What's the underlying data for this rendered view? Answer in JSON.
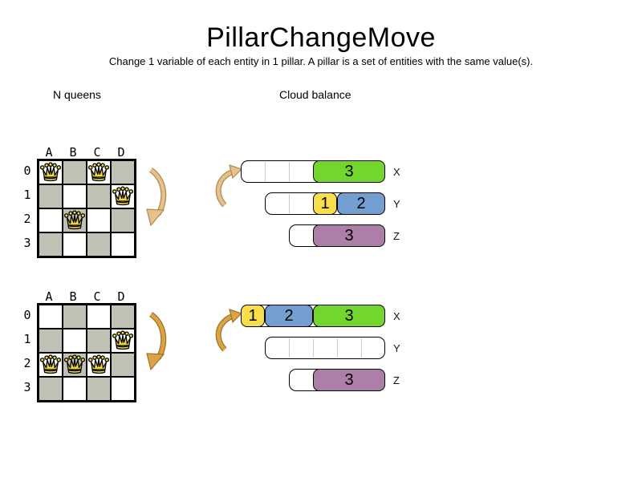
{
  "title": "PillarChangeMove",
  "subtitle": "Change 1 variable of each entity in 1 pillar. A pillar is a set of entities with the same value(s).",
  "colors": {
    "yellow": "#F8DE49",
    "blue": "#729FCF",
    "green": "#73D62C",
    "purple": "#AD7FA8",
    "board_gray": "#BFC1B5",
    "queen_gold": "#F0D73B",
    "arrow_before": "#E4C18D",
    "arrow_before_outline": "#B08A4C",
    "arrow_after": "#DBA249",
    "arrow_after_outline": "#9E741F"
  },
  "sections": {
    "nqueens": {
      "label": "N queens",
      "columns": [
        "A",
        "B",
        "C",
        "D"
      ],
      "rows": [
        "0",
        "1",
        "2",
        "3"
      ],
      "before": {
        "queens": [
          "A0",
          "C0",
          "D1",
          "B2"
        ]
      },
      "after": {
        "queens": [
          "D1",
          "A2",
          "B2",
          "C2"
        ]
      }
    },
    "cloudbalance": {
      "label": "Cloud balance",
      "before": {
        "computers": [
          {
            "label": "X",
            "capacity": 6,
            "segments": [
              {
                "value": 3,
                "color": "green"
              }
            ]
          },
          {
            "label": "Y",
            "capacity": 5,
            "segments": [
              {
                "value": 1,
                "color": "yellow"
              },
              {
                "value": 2,
                "color": "blue"
              }
            ]
          },
          {
            "label": "Z",
            "capacity": 4,
            "segments": [
              {
                "value": 3,
                "color": "purple"
              }
            ]
          }
        ]
      },
      "after": {
        "computers": [
          {
            "label": "X",
            "capacity": 6,
            "segments": [
              {
                "value": 1,
                "color": "yellow"
              },
              {
                "value": 2,
                "color": "blue"
              },
              {
                "value": 3,
                "color": "green"
              }
            ]
          },
          {
            "label": "Y",
            "capacity": 5,
            "segments": []
          },
          {
            "label": "Z",
            "capacity": 4,
            "segments": [
              {
                "value": 3,
                "color": "purple"
              }
            ]
          }
        ]
      }
    }
  }
}
